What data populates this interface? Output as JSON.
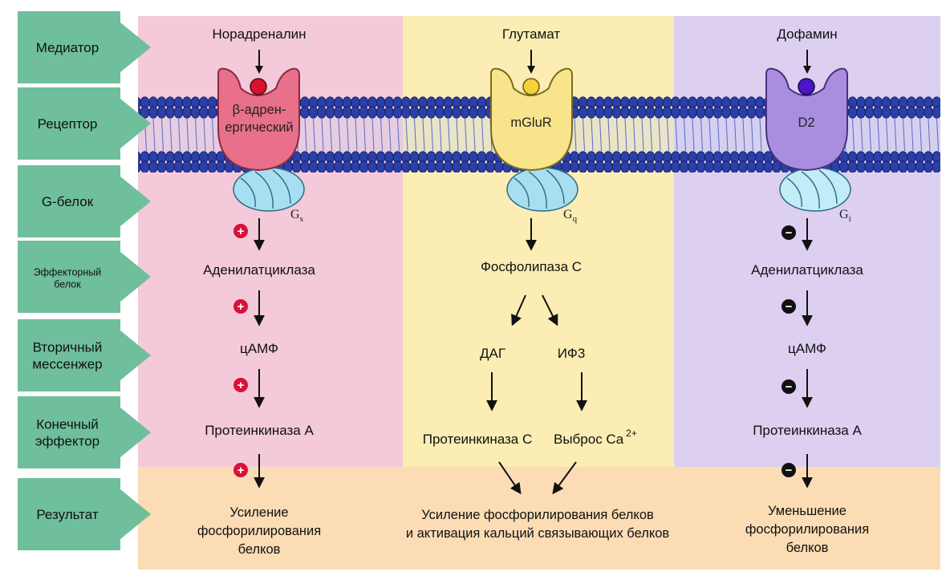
{
  "rows": [
    {
      "label": [
        "Медиатор"
      ]
    },
    {
      "label": [
        "Рецептор"
      ]
    },
    {
      "label": [
        "G-белок"
      ]
    },
    {
      "label": [
        "Эффекторный",
        "белок"
      ],
      "small": true
    },
    {
      "label": [
        "Вторичный",
        "мессенжер"
      ]
    },
    {
      "label": [
        "Конечный",
        "эффектор"
      ]
    },
    {
      "label": [
        "Результат"
      ]
    }
  ],
  "col1": {
    "mediator": "Норадреналин",
    "receptor": [
      "β-адрен-",
      "ергический"
    ],
    "g_protein": "G",
    "g_sub": "s",
    "effector": "Аденилатциклаза",
    "messenger": "цАМФ",
    "final_effector": "Протеинкиназа А",
    "result": [
      "Усиление",
      "фосфорилирования",
      "белков"
    ]
  },
  "col2": {
    "mediator": "Глутамат",
    "receptor": [
      "mGluR"
    ],
    "g_protein": "G",
    "g_sub": "q",
    "effector": "Фосфолипаза С",
    "messenger_left": "ДАГ",
    "messenger_right": "ИФ3",
    "final_left": "Протеинкиназа С",
    "final_right": "Выброс Ca",
    "final_right_sup": "2+",
    "result": [
      "Усиление фосфорилирования белков",
      "и активация кальций связывающих белков"
    ]
  },
  "col3": {
    "mediator": "Дофамин",
    "receptor": [
      "D2"
    ],
    "g_protein": "G",
    "g_sub": "i",
    "effector": "Аденилатциклаза",
    "messenger": "цАМФ",
    "final_effector": "Протеинкиназа А",
    "result": [
      "Уменьшение",
      "фосфорилирования",
      "белков"
    ]
  },
  "signs": {
    "plus": "+",
    "minus": "−"
  },
  "colors": {
    "col1_bg": "#f4c9d9",
    "col2_bg": "#fbedb3",
    "col3_bg": "#dccff0",
    "result_bg": "#fbdcb4",
    "row_bg": "#6fbf9c",
    "membrane": "#2b3fa6",
    "receptor1": "#e8708a",
    "receptor2": "#f8e48a",
    "receptor3": "#a98ee0",
    "ligand1": "#d8112e",
    "ligand2": "#f3d23c",
    "ligand3": "#4c16c8",
    "gprotein": "#a7dff0",
    "plus": "#d8103a",
    "minus": "#111111"
  }
}
